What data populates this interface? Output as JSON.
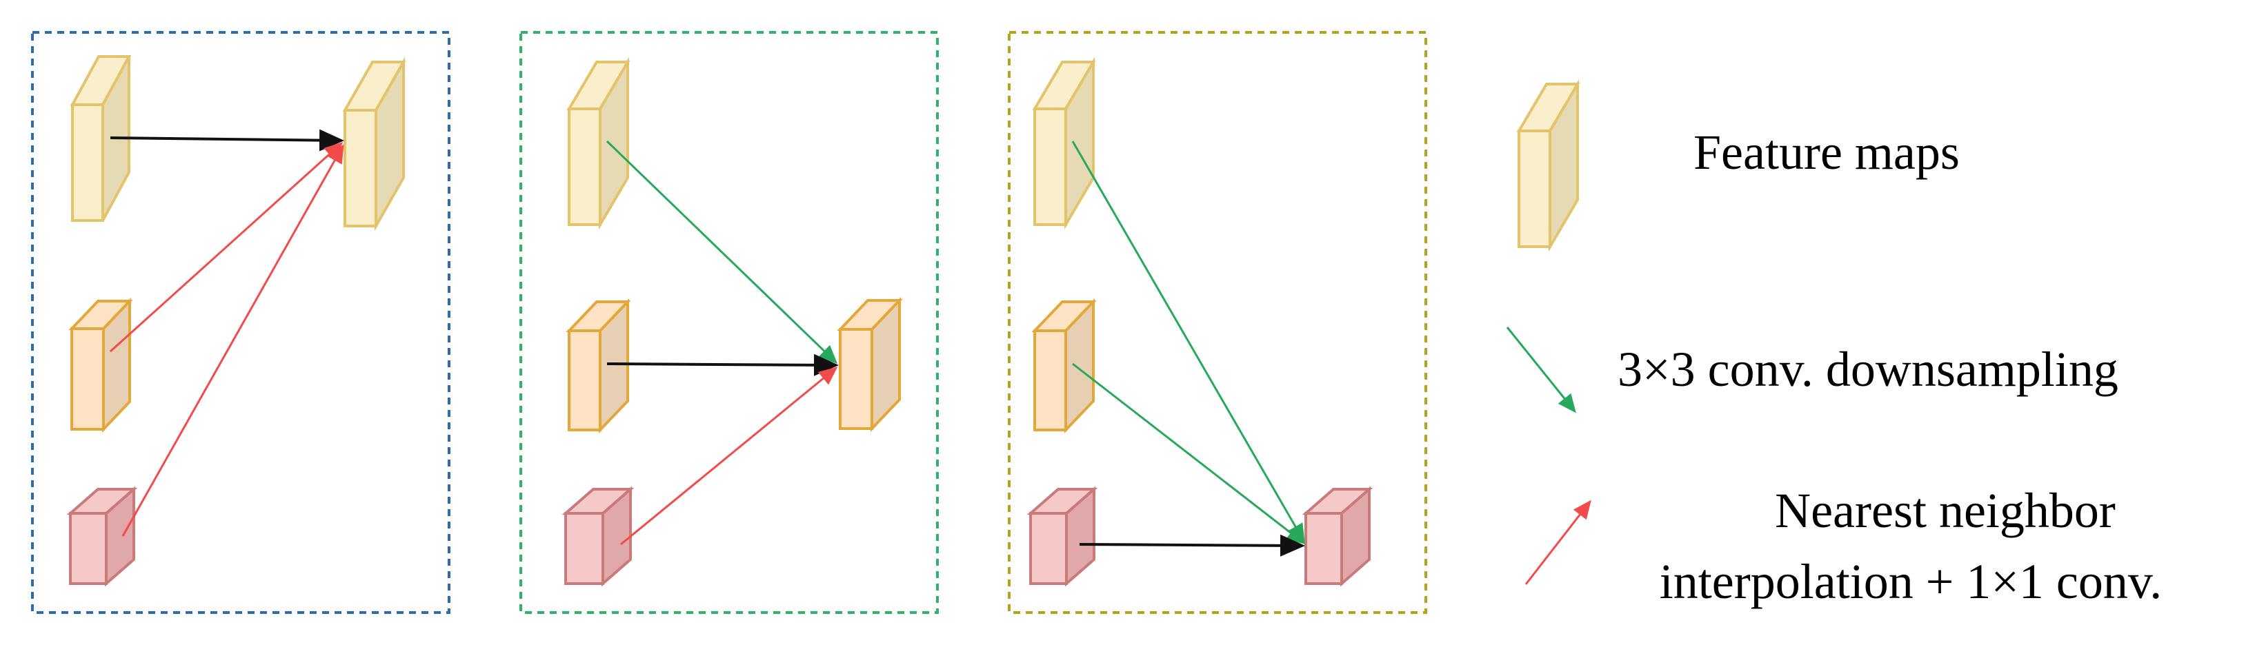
{
  "panels": [
    {
      "name": "panel-1",
      "border_color": "#2b6cb0"
    },
    {
      "name": "panel-2",
      "border_color": "#2fb36b"
    },
    {
      "name": "panel-3",
      "border_color": "#b5a418"
    }
  ],
  "colors": {
    "feature_map_front": "#fbeecb",
    "feature_map_side": "#e6dab4",
    "feature_map_stroke": "#e4c46a",
    "mid_map_front": "#fde2c4",
    "mid_map_side": "#e6cfb2",
    "mid_map_stroke": "#e3a83a",
    "low_map_front": "#f6c9c9",
    "low_map_side": "#e0a8a8",
    "low_map_stroke": "#c97a7a",
    "black_arrow": "#111111",
    "green_arrow": "#27a85a",
    "red_arrow": "#f24b4b"
  },
  "legend": {
    "feature_maps": "Feature maps",
    "downsampling": "3×3 conv. downsampling",
    "upsampling_line1": "Nearest neighbor",
    "upsampling_line2": "interpolation + 1×1 conv."
  }
}
